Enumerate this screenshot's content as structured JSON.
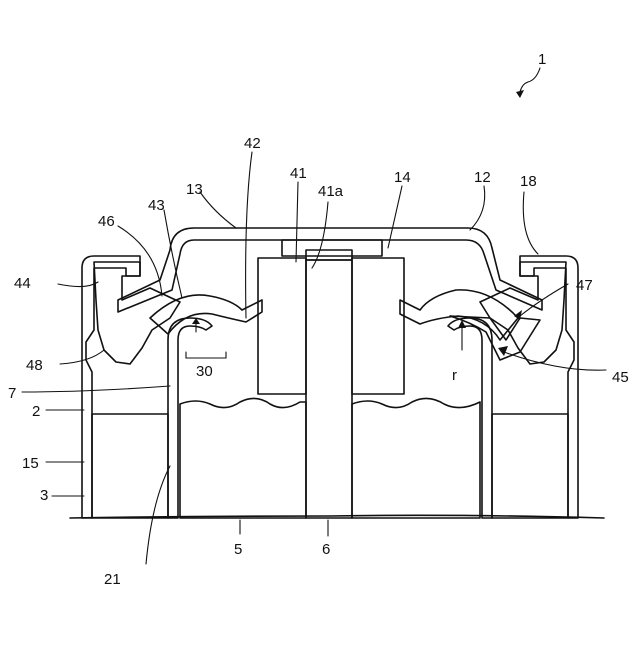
{
  "labels": {
    "l1": "1",
    "l2": "2",
    "l3": "3",
    "l5": "5",
    "l6": "6",
    "l7": "7",
    "l12": "12",
    "l13": "13",
    "l14": "14",
    "l15": "15",
    "l18": "18",
    "l21": "21",
    "l30": "30",
    "l41": "41",
    "l41a": "41a",
    "l42": "42",
    "l43": "43",
    "l44": "44",
    "l45": "45",
    "l46": "46",
    "l47": "47",
    "l48": "48",
    "lr": "r"
  }
}
